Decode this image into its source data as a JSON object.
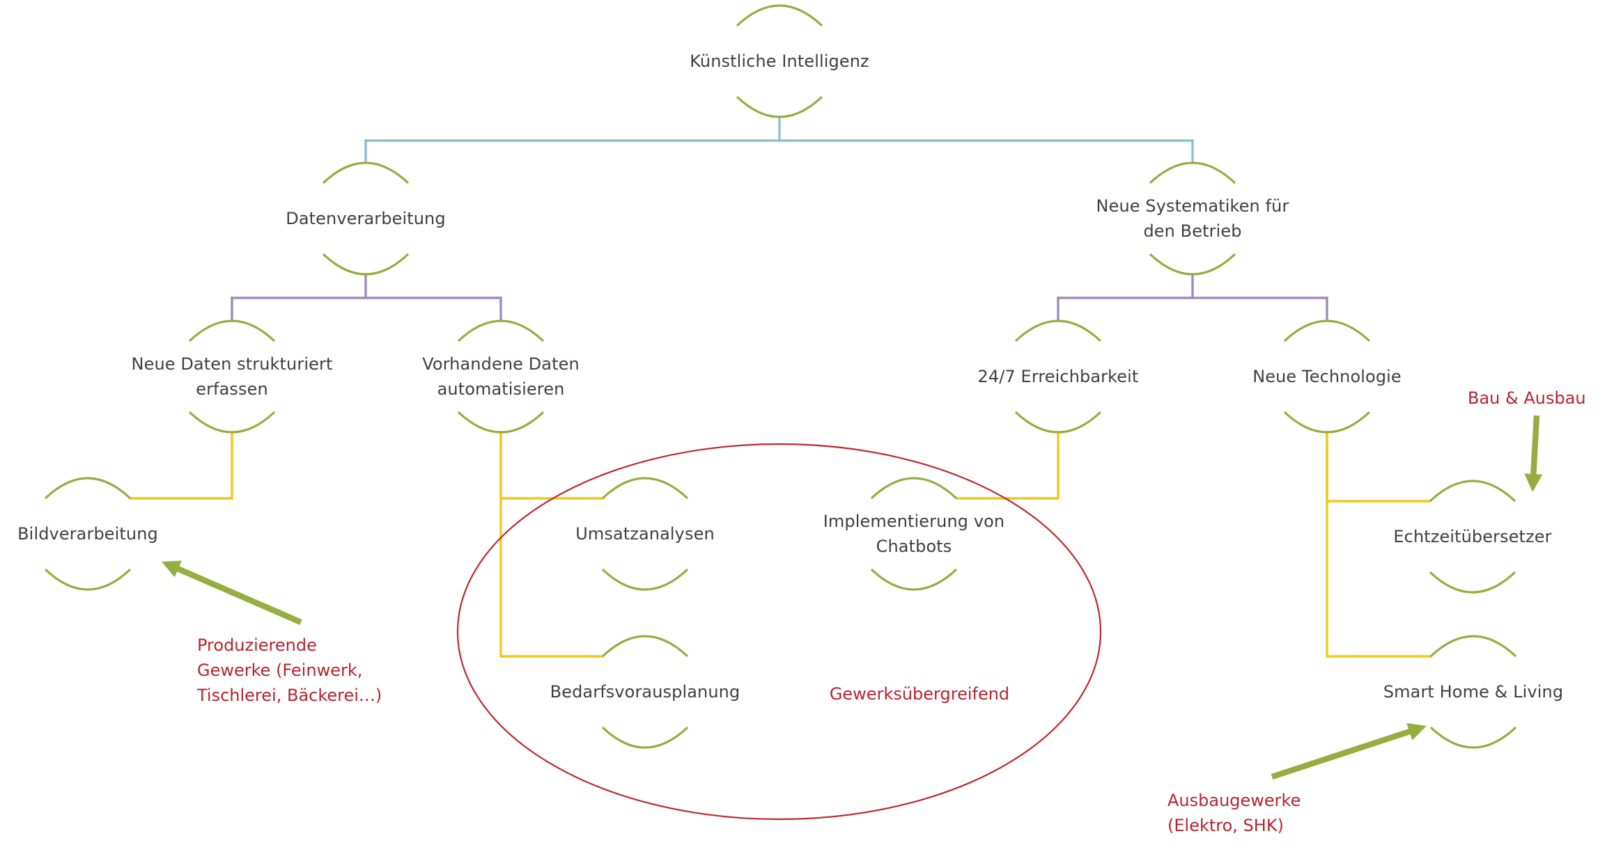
{
  "diagram": {
    "title": "Künstliche Intelligenz",
    "colors": {
      "node_arc": "#96ad3f",
      "node_text": "#3f3f3f",
      "connector_level_1": "#8bbdd5",
      "connector_level_2": "#a08bb7",
      "connector_level_3": "#f2c919",
      "annotation_text": "#b8232e",
      "highlight_ellipse": "#c0272f",
      "pointer_arrow": "#96ad3f"
    },
    "nodes": [
      {
        "id": "ki",
        "lines": [
          "Künstliche Intelligenz"
        ],
        "level": 0,
        "parent": null
      },
      {
        "id": "datenverarbeitung",
        "lines": [
          "Datenverarbeitung"
        ],
        "level": 1,
        "parent": "ki"
      },
      {
        "id": "neue-systematiken",
        "lines": [
          "Neue Systematiken für",
          "den Betrieb"
        ],
        "level": 1,
        "parent": "ki"
      },
      {
        "id": "neue-daten",
        "lines": [
          "Neue Daten strukturiert",
          "erfassen"
        ],
        "level": 2,
        "parent": "datenverarbeitung"
      },
      {
        "id": "vorhandene-daten",
        "lines": [
          "Vorhandene Daten",
          "automatisieren"
        ],
        "level": 2,
        "parent": "datenverarbeitung"
      },
      {
        "id": "erreichbarkeit",
        "lines": [
          "24/7 Erreichbarkeit"
        ],
        "level": 2,
        "parent": "neue-systematiken"
      },
      {
        "id": "neue-technologie",
        "lines": [
          "Neue Technologie"
        ],
        "level": 2,
        "parent": "neue-systematiken"
      },
      {
        "id": "bildverarbeitung",
        "lines": [
          "Bildverarbeitung"
        ],
        "level": 3,
        "parent": "neue-daten"
      },
      {
        "id": "umsatzanalysen",
        "lines": [
          "Umsatzanalysen"
        ],
        "level": 3,
        "parent": "vorhandene-daten"
      },
      {
        "id": "bedarfsvorausplanung",
        "lines": [
          "Bedarfsvorausplanung"
        ],
        "level": 3,
        "parent": "vorhandene-daten"
      },
      {
        "id": "chatbots",
        "lines": [
          "Implementierung von",
          "Chatbots"
        ],
        "level": 3,
        "parent": "erreichbarkeit"
      },
      {
        "id": "echtzeituebersetzer",
        "lines": [
          "Echtzeitübersetzer"
        ],
        "level": 3,
        "parent": "neue-technologie"
      },
      {
        "id": "smart-home",
        "lines": [
          "Smart Home & Living"
        ],
        "level": 3,
        "parent": "neue-technologie"
      }
    ],
    "annotations": [
      {
        "id": "produzierende-gewerke",
        "lines": [
          "Produzierende",
          "Gewerke (Feinwerk,",
          "Tischlerei, Bäckerei…)"
        ],
        "points_to": "bildverarbeitung"
      },
      {
        "id": "gewerksuebergreifend",
        "lines": [
          "Gewerksübergreifend"
        ],
        "encloses": [
          "umsatzanalysen",
          "bedarfsvorausplanung",
          "chatbots"
        ]
      },
      {
        "id": "bau-ausbau",
        "lines": [
          "Bau & Ausbau"
        ],
        "points_to": "echtzeituebersetzer"
      },
      {
        "id": "ausbaugewerke",
        "lines": [
          "Ausbaugewerke",
          "(Elektro, SHK)"
        ],
        "points_to": "smart-home"
      }
    ]
  }
}
